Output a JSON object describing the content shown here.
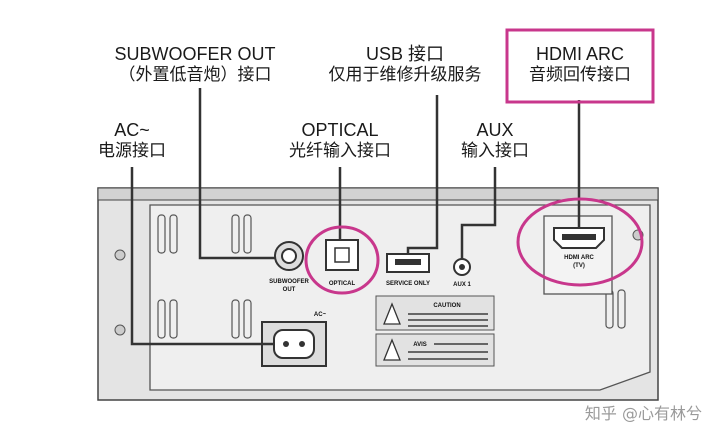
{
  "labels": {
    "subwoofer": {
      "line1": "SUBWOOFER OUT",
      "line2": "（外置低音炮）接口"
    },
    "usb": {
      "line1": "USB  接口",
      "line2": "仅用于维修升级服务"
    },
    "hdmi": {
      "line1": "HDMI ARC",
      "line2": "音频回传接口"
    },
    "ac": {
      "line1": "AC~",
      "line2": "电源接口"
    },
    "optical": {
      "line1": "OPTICAL",
      "line2": "光纤输入接口"
    },
    "aux": {
      "line1": "AUX",
      "line2": "输入接口"
    }
  },
  "panel": {
    "subwoofer_l1": "SUBWOOFER",
    "subwoofer_l2": "OUT",
    "optical": "OPTICAL",
    "service": "SERVICE ONLY",
    "aux": "AUX 1",
    "hdmi_l1": "HDMI ARC",
    "hdmi_l2": "(TV)",
    "ac": "AC~",
    "caution": "CAUTION",
    "avis": "AVIS"
  },
  "watermark": "知乎 @心有林兮",
  "colors": {
    "highlight": "#c8378c",
    "line": "#333333",
    "panel": "#e9e9e9"
  }
}
